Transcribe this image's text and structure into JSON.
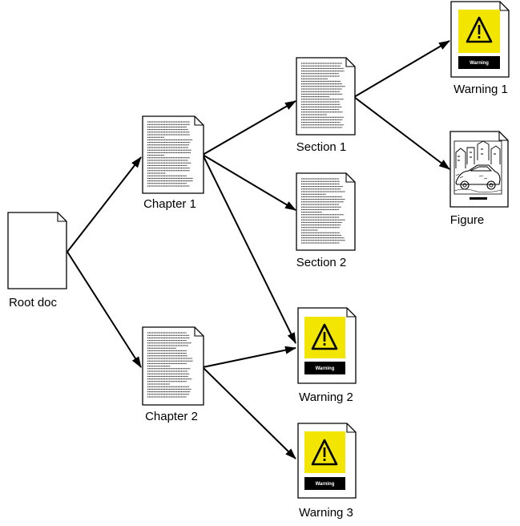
{
  "nodes": {
    "root": {
      "label": "Root doc"
    },
    "chapter1": {
      "label": "Chapter 1"
    },
    "chapter2": {
      "label": "Chapter 2"
    },
    "section1": {
      "label": "Section 1"
    },
    "section2": {
      "label": "Section 2"
    },
    "warning1": {
      "label": "Warning 1",
      "badge": "Warning"
    },
    "warning2": {
      "label": "Warning 2",
      "badge": "Warning"
    },
    "warning3": {
      "label": "Warning 3",
      "badge": "Warning"
    },
    "figure": {
      "label": "Figure"
    }
  },
  "edges": [
    {
      "from": "Root doc",
      "to": "Chapter 1"
    },
    {
      "from": "Root doc",
      "to": "Chapter 2"
    },
    {
      "from": "Chapter 1",
      "to": "Section 1"
    },
    {
      "from": "Chapter 1",
      "to": "Section 2"
    },
    {
      "from": "Chapter 1",
      "to": "Warning 2"
    },
    {
      "from": "Chapter 2",
      "to": "Warning 2"
    },
    {
      "from": "Chapter 2",
      "to": "Warning 3"
    },
    {
      "from": "Section 1",
      "to": "Warning 1"
    },
    {
      "from": "Section 1",
      "to": "Figure"
    }
  ],
  "colors": {
    "warning_yellow": "#f2e600",
    "badge_black": "#000000",
    "stroke": "#000000",
    "page": "#ffffff"
  },
  "icons": {
    "document": "document-icon",
    "text_document": "text-document-icon",
    "warning": "warning-triangle-icon",
    "figure": "figure-sketch-icon"
  }
}
